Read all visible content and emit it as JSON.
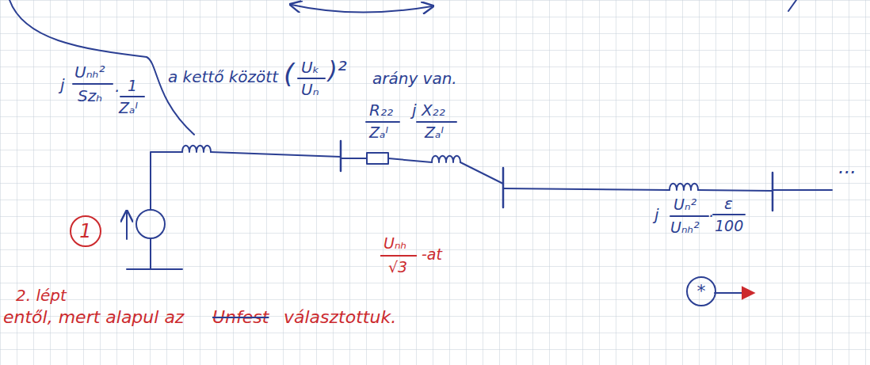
{
  "diagram": {
    "nodes": [
      {
        "text": [
          "1"
        ]
      },
      {
        "text": [
          "*"
        ]
      }
    ],
    "labels": [
      "j",
      "Uₙₕ²",
      "Szₕ",
      "·",
      "1",
      "Zₐᴵ",
      "a kettő között",
      "(",
      "Uₖ",
      "Uₙ",
      ")²",
      "arány van.",
      "R₂₂",
      "Zₐᴵ",
      "j X₂₂",
      "Zₐᴵ",
      "j",
      "Uₙ²",
      "Uₙₕ²",
      "·",
      "ε",
      "100",
      "Uₙₕ",
      "√3",
      "-at",
      "2. lépt",
      "entől, mert alapul az",
      "Unfest",
      "választottuk.",
      "..."
    ]
  }
}
